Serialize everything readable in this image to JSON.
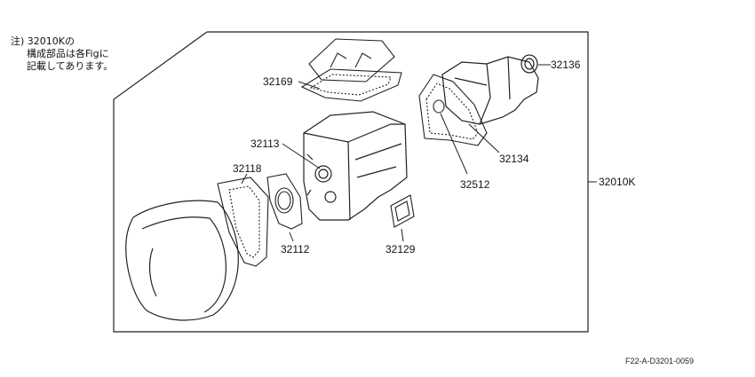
{
  "note": {
    "prefix": "注)",
    "line1": "32010Kの",
    "line2": "構成部品は各Figに",
    "line3": "記載してあります。"
  },
  "assembly_label": "32010K",
  "parts": {
    "p32169": "32169",
    "p32113": "32113",
    "p32118": "32118",
    "p32112": "32112",
    "p32129": "32129",
    "p32136": "32136",
    "p32134": "32134",
    "p32512": "32512"
  },
  "figure_code": "F22-A-D3201-0059"
}
